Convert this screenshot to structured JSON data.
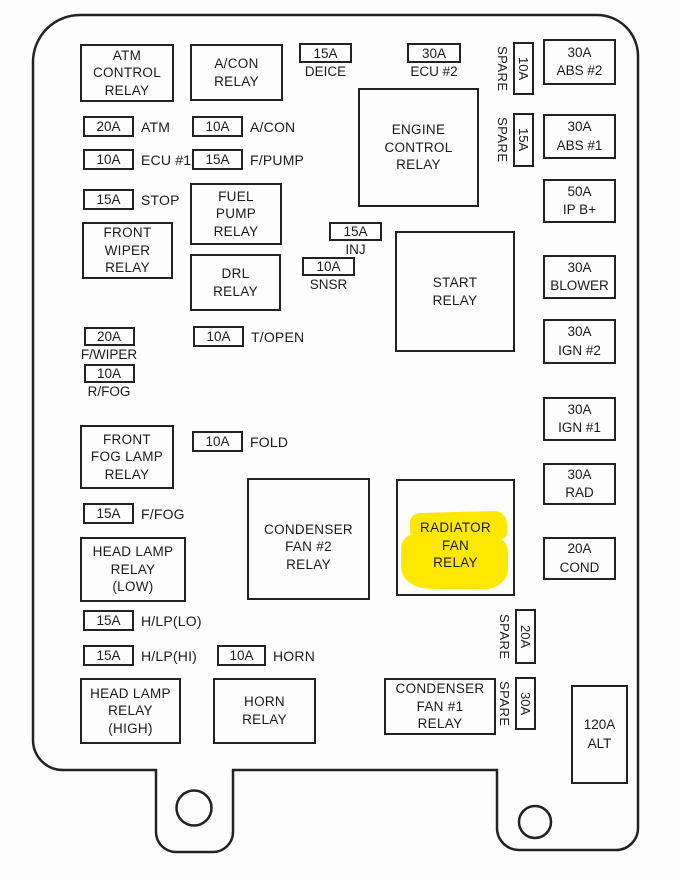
{
  "colors": {
    "highlight": "#ffe800",
    "line": "#222222",
    "text": "#1b1b1b",
    "background": "#fdfdfd"
  },
  "relays": {
    "atm_control": {
      "label": "ATM\nCONTROL\nRELAY"
    },
    "a_con": {
      "label": "A/CON\nRELAY"
    },
    "engine_control": {
      "label": "ENGINE\nCONTROL\nRELAY"
    },
    "fuel_pump": {
      "label": "FUEL\nPUMP\nRELAY"
    },
    "front_wiper": {
      "label": "FRONT\nWIPER\nRELAY"
    },
    "drl": {
      "label": "DRL\nRELAY"
    },
    "start": {
      "label": "START\nRELAY"
    },
    "front_fog_lamp": {
      "label": "FRONT\nFOG LAMP\nRELAY"
    },
    "head_lamp_low": {
      "label": "HEAD LAMP\nRELAY\n(LOW)"
    },
    "condenser_fan_2": {
      "label": "CONDENSER\nFAN #2\nRELAY"
    },
    "radiator_fan": {
      "label": "RADIATOR\nFAN\nRELAY",
      "highlighted": true
    },
    "head_lamp_high": {
      "label": "HEAD LAMP\nRELAY\n(HIGH)"
    },
    "horn": {
      "label": "HORN\nRELAY"
    },
    "condenser_fan_1": {
      "label": "CONDENSER\nFAN #1\nRELAY"
    }
  },
  "fuses": {
    "deice": {
      "amp": "15A",
      "label": "DEICE"
    },
    "ecu_2": {
      "amp": "30A",
      "label": "ECU #2"
    },
    "atm": {
      "amp": "20A",
      "label": "ATM"
    },
    "a_con": {
      "amp": "10A",
      "label": "A/CON"
    },
    "ecu_1": {
      "amp": "10A",
      "label": "ECU #1"
    },
    "f_pump": {
      "amp": "15A",
      "label": "F/PUMP"
    },
    "stop": {
      "amp": "15A",
      "label": "STOP"
    },
    "inj": {
      "amp": "15A",
      "label": "INJ"
    },
    "snsr": {
      "amp": "10A",
      "label": "SNSR"
    },
    "f_wiper": {
      "amp": "20A",
      "label": "F/WIPER"
    },
    "r_fog": {
      "amp": "10A",
      "label": "R/FOG"
    },
    "t_open": {
      "amp": "10A",
      "label": "T/OPEN"
    },
    "fold": {
      "amp": "10A",
      "label": "FOLD"
    },
    "f_fog": {
      "amp": "15A",
      "label": "F/FOG"
    },
    "h_lp_lo": {
      "amp": "15A",
      "label": "H/LP(LO)"
    },
    "h_lp_hi": {
      "amp": "15A",
      "label": "H/LP(HI)"
    },
    "horn": {
      "amp": "10A",
      "label": "HORN"
    },
    "spare_10": {
      "amp": "10A",
      "label": "SPARE"
    },
    "spare_15": {
      "amp": "15A",
      "label": "SPARE"
    },
    "spare_20": {
      "amp": "20A",
      "label": "SPARE"
    },
    "spare_30": {
      "amp": "30A",
      "label": "SPARE"
    },
    "abs_2": {
      "amp": "30A",
      "label": "ABS #2"
    },
    "abs_1": {
      "amp": "30A",
      "label": "ABS #1"
    },
    "ip_b": {
      "amp": "50A",
      "label": "IP B+"
    },
    "blower": {
      "amp": "30A",
      "label": "BLOWER"
    },
    "ign_2": {
      "amp": "30A",
      "label": "IGN #2"
    },
    "ign_1": {
      "amp": "30A",
      "label": "IGN #1"
    },
    "rad": {
      "amp": "30A",
      "label": "RAD"
    },
    "cond": {
      "amp": "20A",
      "label": "COND"
    },
    "alt": {
      "amp": "120A",
      "label": "ALT"
    }
  }
}
